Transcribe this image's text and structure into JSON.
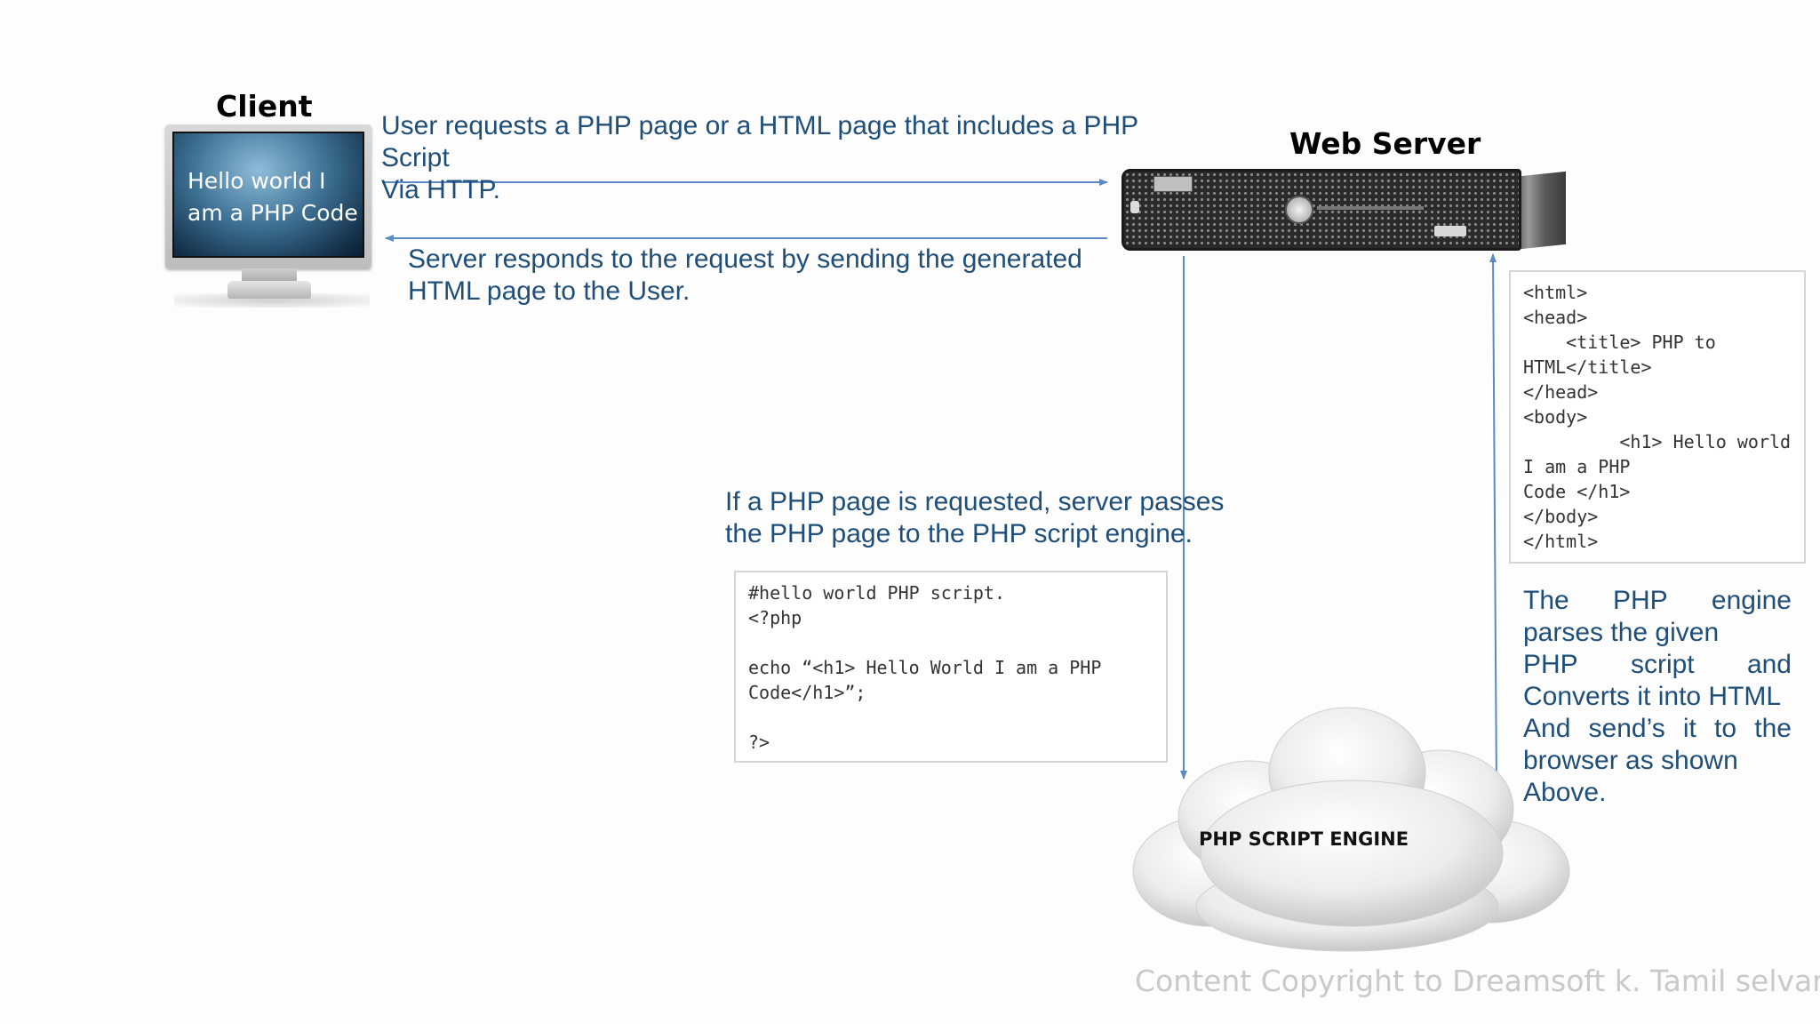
{
  "client": {
    "title": "Client",
    "screen_lines": [
      "Hello world I",
      "am a PHP Code"
    ]
  },
  "server": {
    "title": "Web Server"
  },
  "request_text": {
    "lines": [
      "User requests a PHP page or a HTML page that includes a PHP",
      "Script",
      "Via HTTP."
    ]
  },
  "response_text": {
    "lines": [
      "Server responds to the request by sending the generated",
      "HTML page to the User."
    ]
  },
  "pass_text": {
    "lines": [
      "If a PHP page is requested, server passes",
      "the PHP page to the PHP script engine."
    ]
  },
  "php_code": {
    "lines": [
      "#hello world PHP script.",
      "<?php",
      "",
      "echo “<h1> Hello World I am a PHP",
      "Code</h1>”;",
      "",
      "?>"
    ]
  },
  "html_code": {
    "lines": [
      "<html>",
      "<head>",
      "    <title> PHP to",
      "HTML</title>",
      "</head>",
      "<body>",
      "         <h1> Hello world",
      "I am a PHP",
      "Code </h1>",
      "</body>",
      "</html>"
    ]
  },
  "engine_text": {
    "lines": [
      [
        "The",
        "PHP",
        "engine"
      ],
      [
        "parses the given"
      ],
      [
        "PHP",
        "script",
        "and"
      ],
      [
        "Converts it into HTML"
      ],
      [
        "And",
        "send’s",
        "it",
        "to",
        "the"
      ],
      [
        "browser as shown"
      ],
      [
        "Above."
      ]
    ]
  },
  "engine": {
    "label": "PHP SCRIPT ENGINE"
  },
  "footer": {
    "copyright": "Content Copyright to Dreamsoft k. Tamil selvan"
  },
  "colors": {
    "text_blue": "#1f4e79",
    "arrow_blue": "#5b8ac6"
  }
}
